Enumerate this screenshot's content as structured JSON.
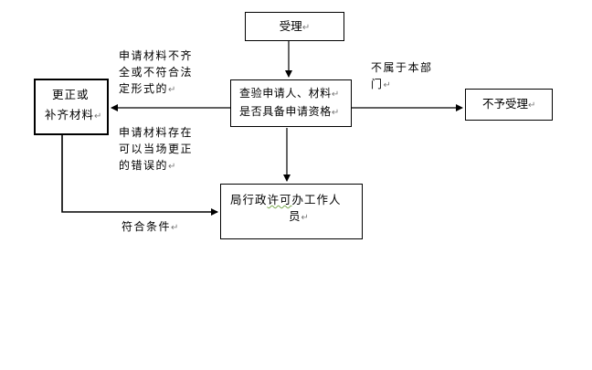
{
  "nodes": {
    "accept": "受理",
    "review_line1": "查验申请人、材料",
    "review_line2": "是否具备申请资格",
    "correct_line1": "更正或",
    "correct_line2": "补齐材料",
    "reject": "不予受理",
    "staff_line1_a": "局行政",
    "staff_line1_b": "许可",
    "staff_line1_c": "办工作人",
    "staff_line2": "员"
  },
  "edge_labels": {
    "incomplete": [
      "申请材料不齐",
      "全或不符合法",
      "定形式的"
    ],
    "not_department": [
      "不属于本部",
      "门"
    ],
    "correctable": [
      "申请材料存在",
      "可以当场更正",
      "的错误的"
    ],
    "qualified": "符合条件"
  },
  "paragraph_mark": "↵"
}
